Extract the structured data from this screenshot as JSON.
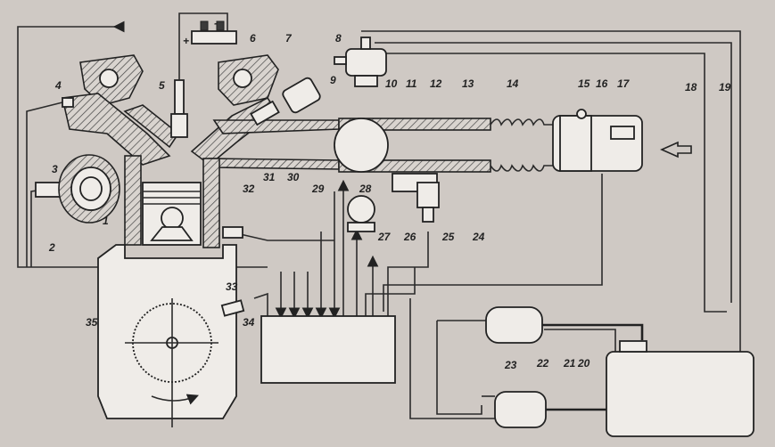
{
  "labels": {
    "n1": "1",
    "n2": "2",
    "n3": "3",
    "n4": "4",
    "n5": "5",
    "n6": "6",
    "n7": "7",
    "n8": "8",
    "n9": "9",
    "n10": "10",
    "n11": "11",
    "n12": "12",
    "n13": "13",
    "n14": "14",
    "n15": "15",
    "n16": "16",
    "n17": "17",
    "n18": "18",
    "n19": "19",
    "n20": "20",
    "n21": "21",
    "n22": "22",
    "n23": "23",
    "n24": "24",
    "n25": "25",
    "n26": "26",
    "n27": "27",
    "n28": "28",
    "n29": "29",
    "n30": "30",
    "n31": "31",
    "n32": "32",
    "n33": "33",
    "n34": "34",
    "n35": "35"
  },
  "battery_signs": {
    "plus": "+",
    "minus": "-"
  }
}
